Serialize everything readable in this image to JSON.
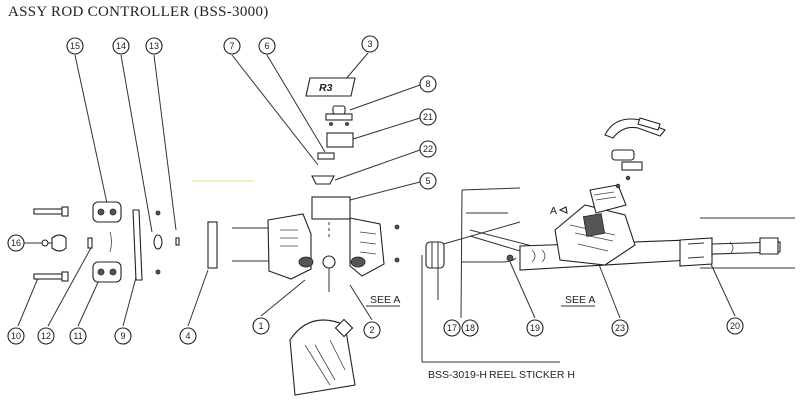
{
  "title": "ASSY ROD CONTROLLER (BSS-3000)",
  "callouts": [
    "15",
    "14",
    "13",
    "7",
    "6",
    "3",
    "8",
    "21",
    "22",
    "5",
    "16",
    "10",
    "12",
    "11",
    "9",
    "4",
    "1",
    "2",
    "17",
    "18",
    "19",
    "23",
    "20"
  ],
  "see_a_left": "SEE A",
  "see_a_right": "SEE A",
  "detail_label": "A",
  "sticker_part": "BSS-3019-H",
  "sticker_name": "REEL STICKER H",
  "label_plate_text": "R3"
}
